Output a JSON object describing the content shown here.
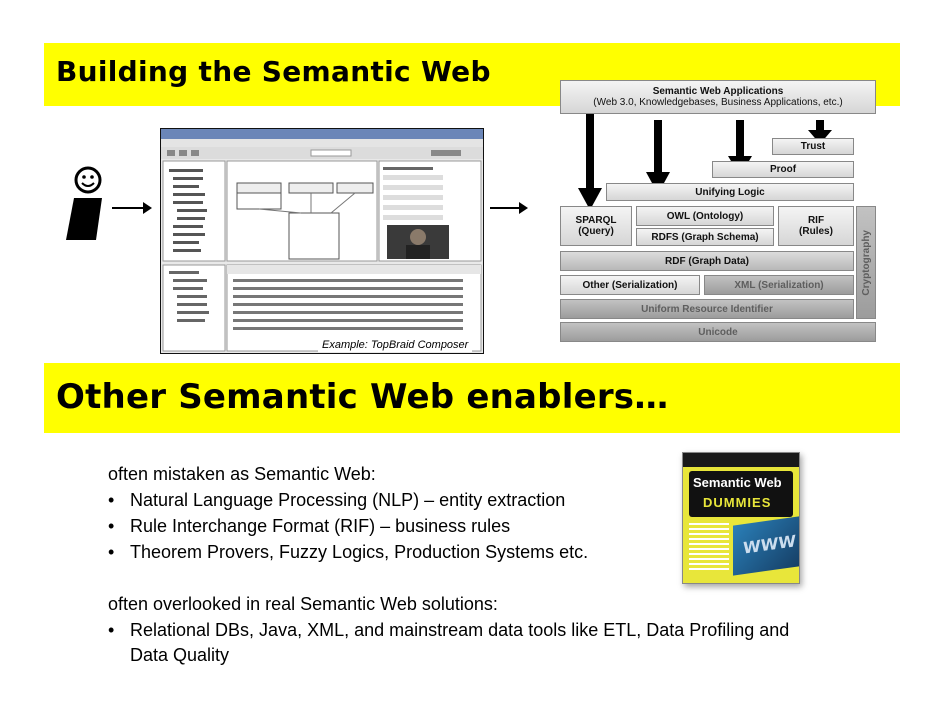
{
  "banner1": {
    "title": "Building the Semantic Web"
  },
  "banner2": {
    "title": "Other Semantic Web enablers…"
  },
  "screenshot": {
    "caption": "Example: TopBraid Composer"
  },
  "stack": {
    "top_title": "Semantic Web Applications",
    "top_subtitle": "(Web 3.0, Knowledgebases, Business Applications, etc.)",
    "trust": "Trust",
    "proof": "Proof",
    "unifying_logic": "Unifying Logic",
    "sparql": "SPARQL\n(Query)",
    "owl": "OWL (Ontology)",
    "rif": "RIF\n(Rules)",
    "rdfs": "RDFS (Graph Schema)",
    "rdf": "RDF (Graph Data)",
    "other_serialization": "Other (Serialization)",
    "xml_serialization": "XML (Serialization)",
    "uri": "Uniform Resource Identifier",
    "unicode": "Unicode",
    "crypto": "Cryptography"
  },
  "section1": {
    "heading": "often mistaken as Semantic Web:",
    "bullets": [
      "Natural Language Processing (NLP) – entity extraction",
      "Rule Interchange Format (RIF) – business rules",
      "Theorem Provers, Fuzzy Logics, Production Systems etc."
    ]
  },
  "section2": {
    "heading": "often overlooked in real Semantic Web solutions:",
    "bullet_line1": "Relational DBs, Java, XML, and mainstream data tools like ETL, Data Profiling and",
    "bullet_line2": "Data Quality"
  },
  "book": {
    "title_line1": "Semantic Web",
    "title_line2": "DUMMIES"
  }
}
